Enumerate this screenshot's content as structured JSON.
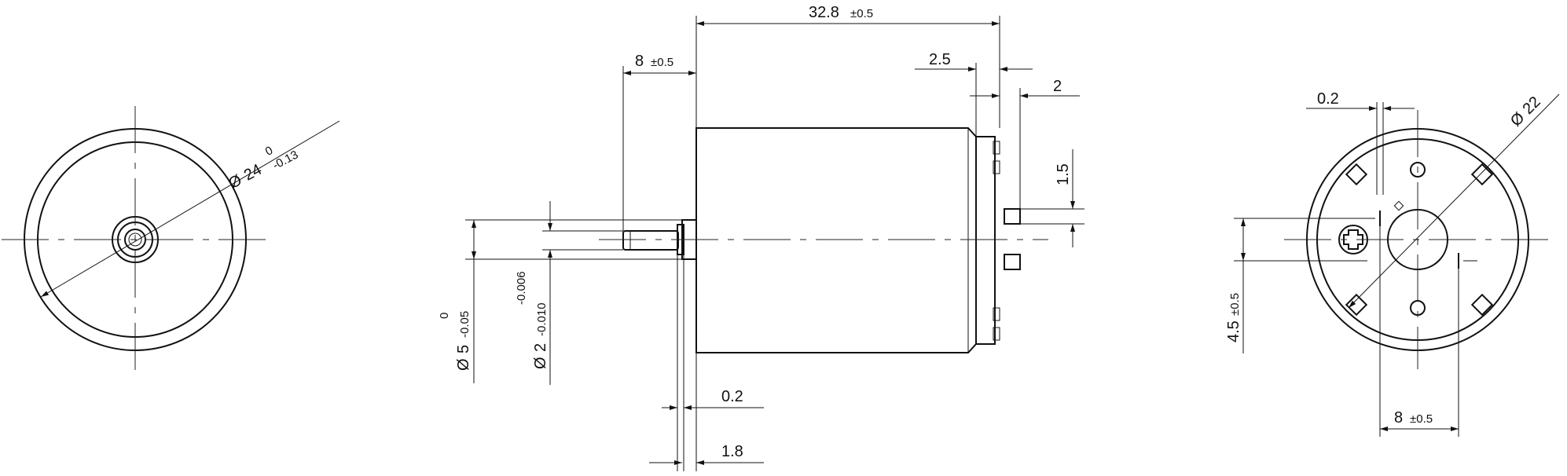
{
  "dimensions": {
    "front_outer_diameter": {
      "symbol": "Ø",
      "nominal": "24",
      "upper_tol": "0",
      "lower_tol": "-0.13"
    },
    "length": {
      "value": "32.8",
      "tol": "±0.5"
    },
    "shaft_length": {
      "value": "8",
      "tol": "±0.5"
    },
    "rear_cap": "2.5",
    "terminal_protrusion": "2",
    "terminal_width": "1.5",
    "boss_diameter": {
      "symbol": "Ø",
      "nominal": "5",
      "upper_tol": "0",
      "lower_tol": "-0.05"
    },
    "shaft_diameter": {
      "symbol": "Ø",
      "nominal": "2",
      "upper_tol": "-0.006",
      "lower_tol": "-0.010"
    },
    "washer_thickness": "0.2",
    "boss_length": "1.8",
    "rear_diameter": {
      "symbol": "Ø",
      "nominal": "22"
    },
    "rear_offset": "0.2",
    "terminal_offset": {
      "value": "4.5",
      "tol": "±0.5"
    },
    "terminal_spacing": {
      "value": "8",
      "tol": "±0.5"
    }
  }
}
